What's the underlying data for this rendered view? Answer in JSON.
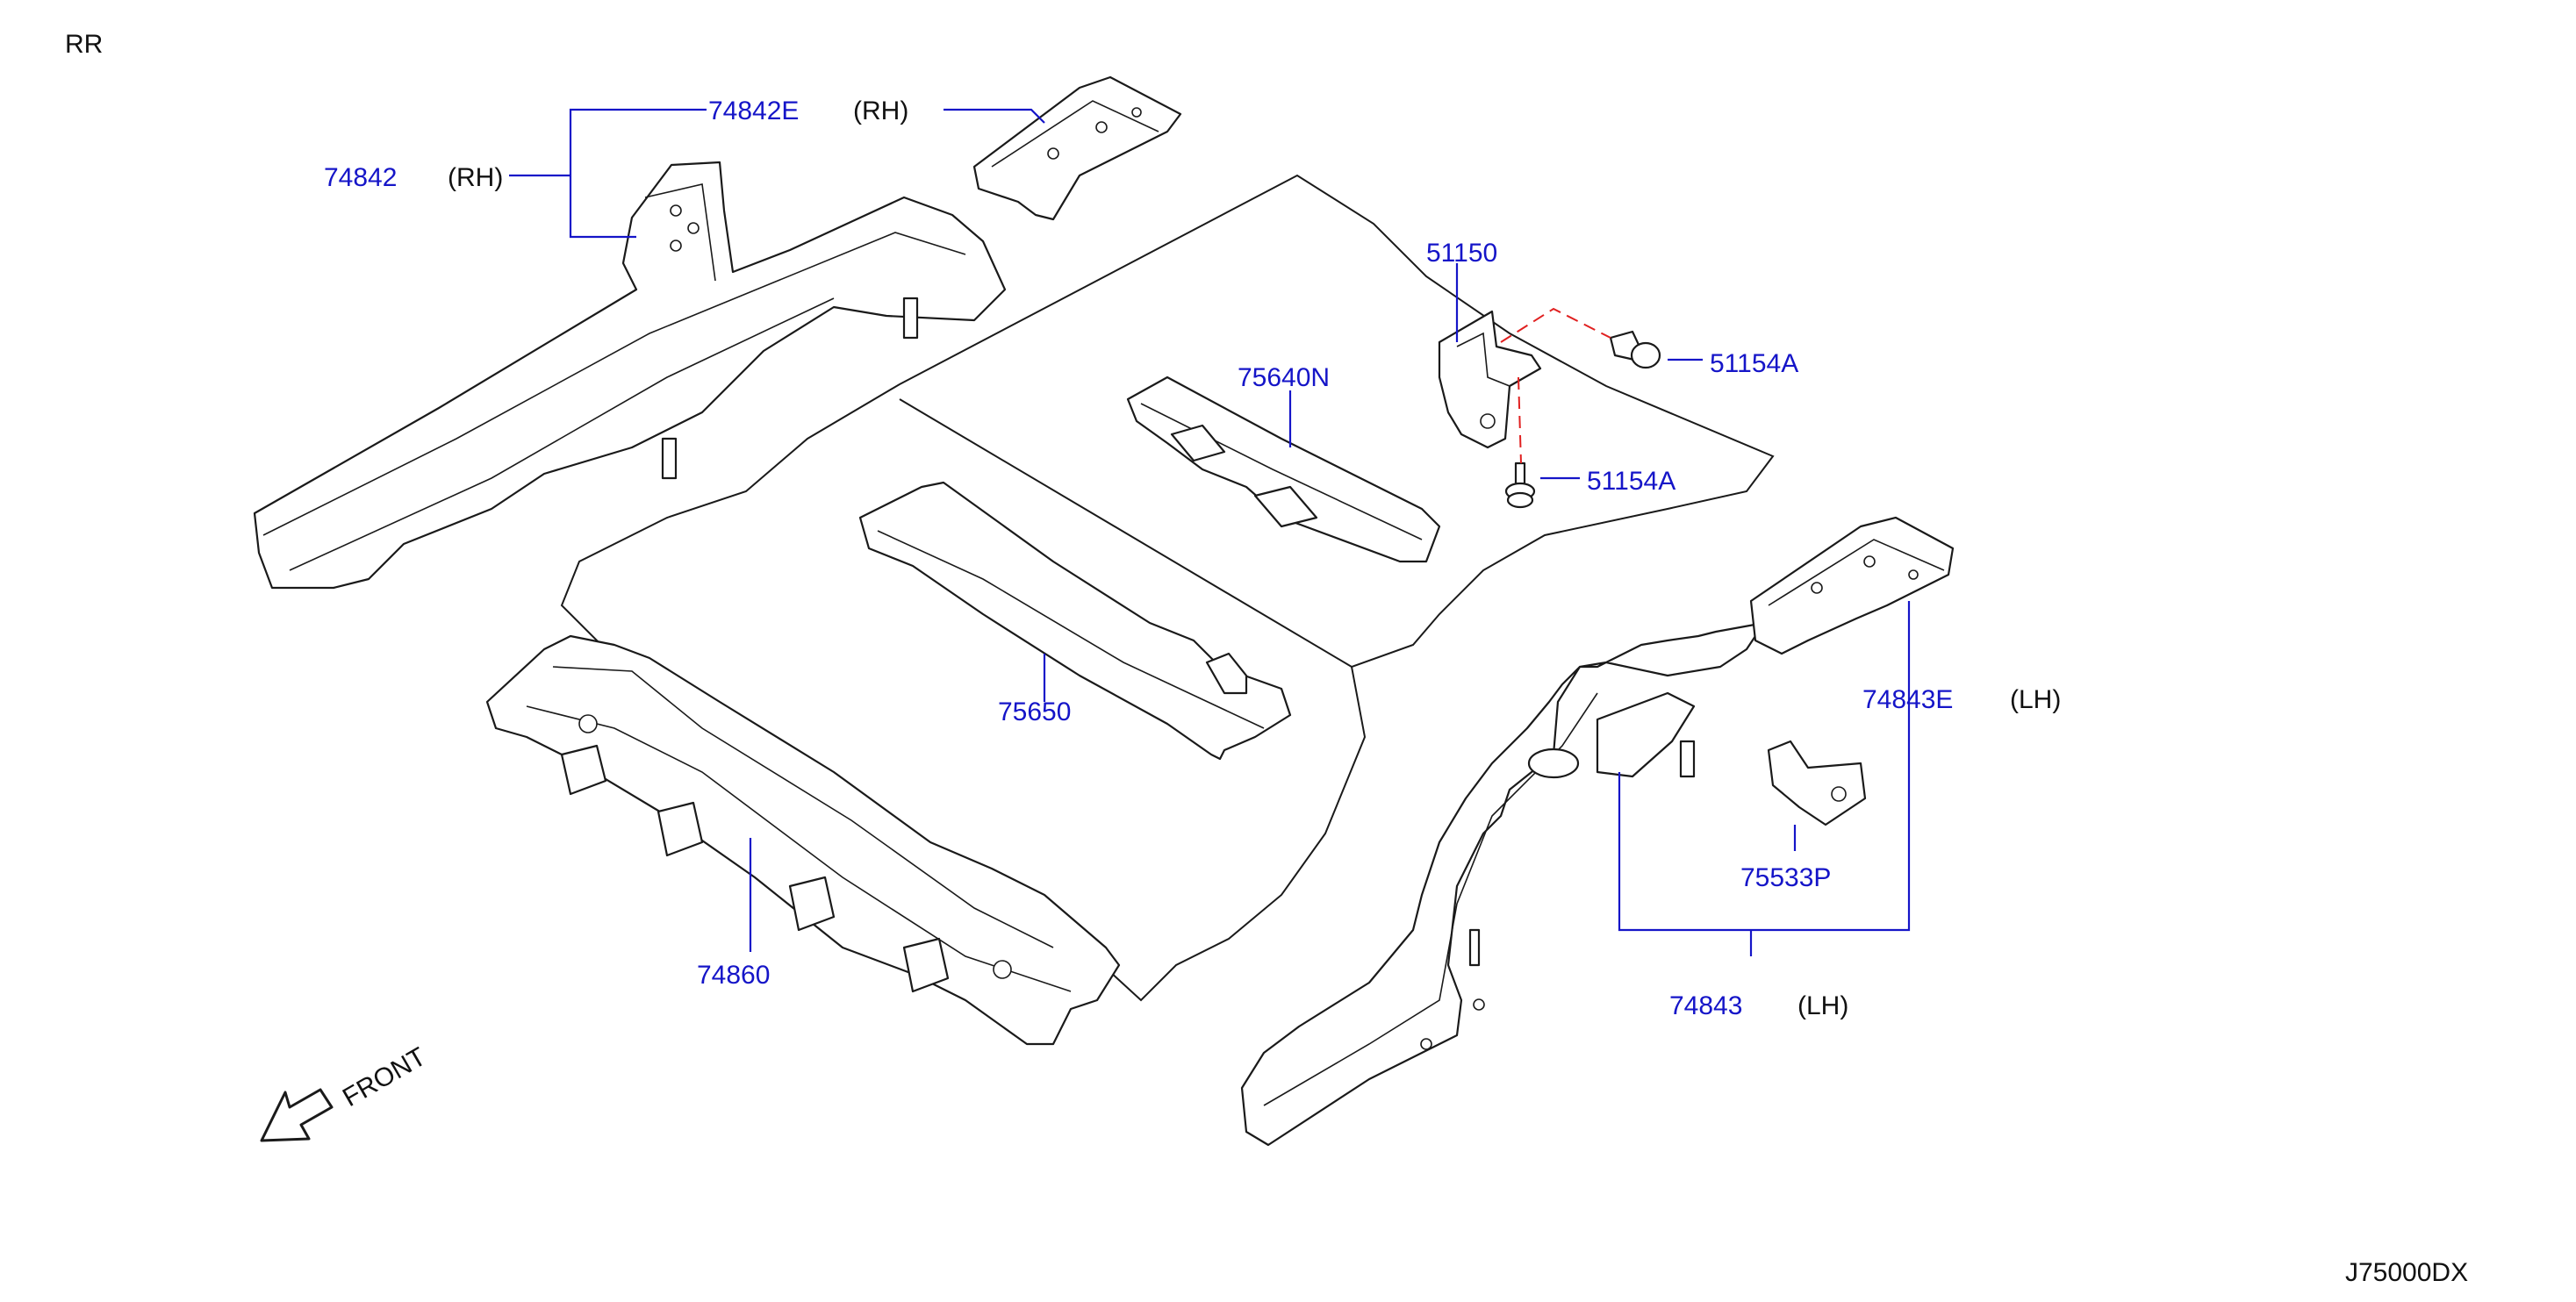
{
  "header": {
    "section": "RR"
  },
  "footer": {
    "diagram_code": "J75000DX"
  },
  "direction": {
    "label": "FRONT",
    "icon": "front-arrow-icon"
  },
  "parts": [
    {
      "id": "74842",
      "side": "(RH)"
    },
    {
      "id": "74842E",
      "side": "(RH)"
    },
    {
      "id": "51150",
      "side": ""
    },
    {
      "id": "51154A",
      "side": ""
    },
    {
      "id": "51154A",
      "side": ""
    },
    {
      "id": "75640N",
      "side": ""
    },
    {
      "id": "75650",
      "side": ""
    },
    {
      "id": "74860",
      "side": ""
    },
    {
      "id": "74843E",
      "side": "(LH)"
    },
    {
      "id": "75533P",
      "side": ""
    },
    {
      "id": "74843",
      "side": "(LH)"
    }
  ],
  "colors": {
    "part_number": "#1515c8",
    "line": "#1a1a1a",
    "dashed_leader": "#e02020"
  }
}
